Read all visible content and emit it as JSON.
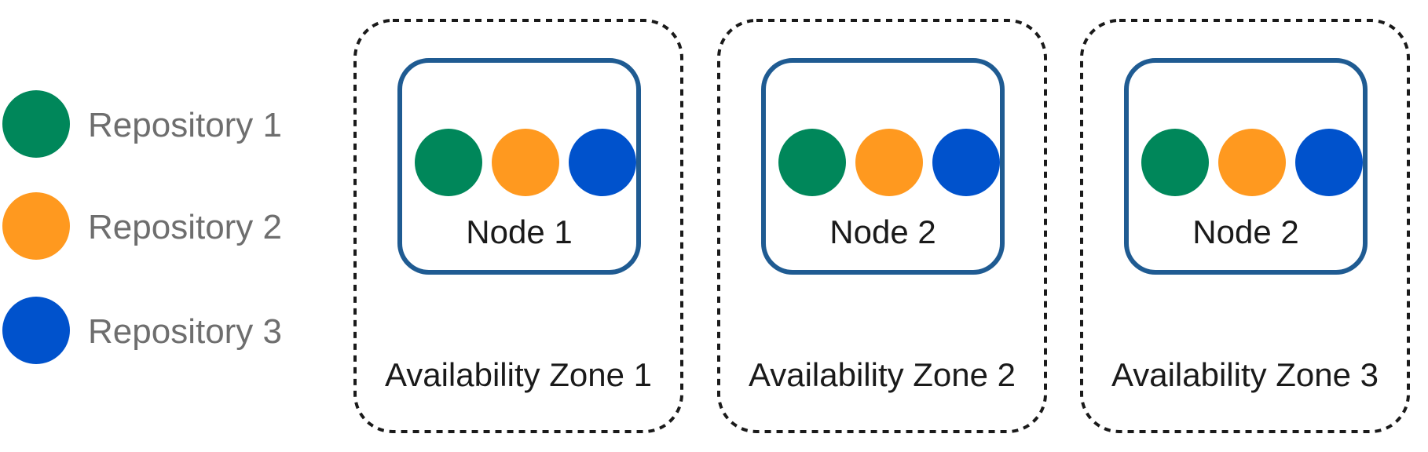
{
  "colors": {
    "repo1": "#00875a",
    "repo2": "#ff991f",
    "repo3": "#0052cc",
    "node_border": "#1f5b92",
    "zone_border": "#1a1a1a"
  },
  "legend": [
    {
      "label": "Repository 1"
    },
    {
      "label": "Repository 2"
    },
    {
      "label": "Repository 3"
    }
  ],
  "zones": [
    {
      "label": "Availability Zone 1",
      "node_label": "Node 1"
    },
    {
      "label": "Availability Zone 2",
      "node_label": "Node 2"
    },
    {
      "label": "Availability Zone 3",
      "node_label": "Node 2"
    }
  ]
}
